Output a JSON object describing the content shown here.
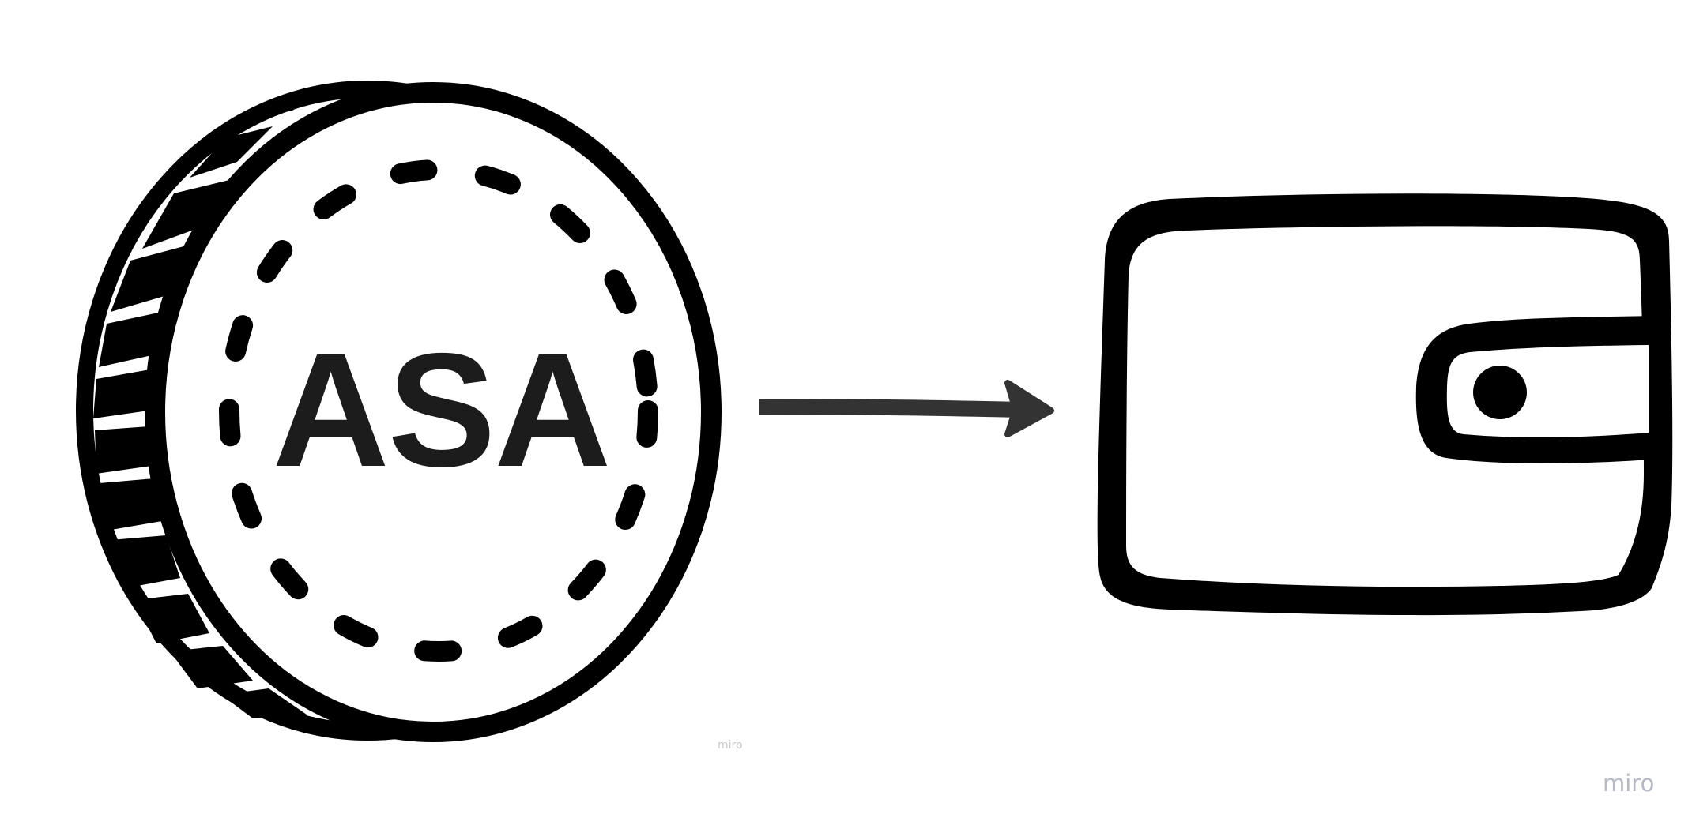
{
  "coin": {
    "label": "ASA",
    "icon": "coin-icon"
  },
  "arrow": {
    "icon": "arrow-right-icon"
  },
  "wallet": {
    "icon": "wallet-icon"
  },
  "watermarks": {
    "small": "miro",
    "large": "miro"
  },
  "colors": {
    "stroke": "#000000",
    "text": "#1c1c1c",
    "arrow": "#333333",
    "watermark_small": "#c8c8cf",
    "watermark_large": "#b4b8c8",
    "background": "#ffffff"
  }
}
